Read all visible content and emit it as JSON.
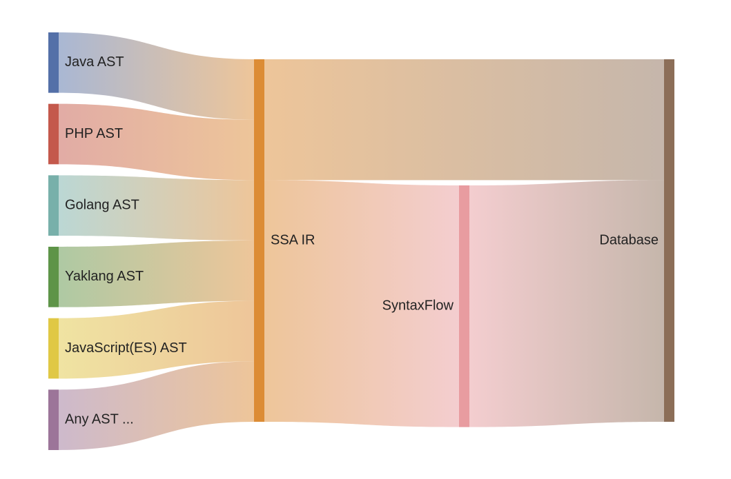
{
  "chart_data": {
    "type": "sankey",
    "nodes": [
      {
        "id": "java",
        "label": "Java AST",
        "color": "#5470a8",
        "column": 0
      },
      {
        "id": "php",
        "label": "PHP AST",
        "color": "#c4594c",
        "column": 0
      },
      {
        "id": "golang",
        "label": "Golang AST",
        "color": "#78b0aa",
        "column": 0
      },
      {
        "id": "yaklang",
        "label": "Yaklang AST",
        "color": "#5e9448",
        "column": 0
      },
      {
        "id": "js",
        "label": "JavaScript(ES) AST",
        "color": "#e0c845",
        "column": 0
      },
      {
        "id": "any",
        "label": "Any AST ...",
        "color": "#9c7599",
        "column": 0
      },
      {
        "id": "ssa",
        "label": "SSA IR",
        "color": "#dc8c35",
        "column": 1
      },
      {
        "id": "syntaxflow",
        "label": "SyntaxFlow",
        "color": "#e89ca0",
        "column": 2
      },
      {
        "id": "database",
        "label": "Database",
        "color": "#8c6e58",
        "column": 3
      }
    ],
    "links": [
      {
        "source": "java",
        "target": "ssa",
        "value": 1
      },
      {
        "source": "php",
        "target": "ssa",
        "value": 1
      },
      {
        "source": "golang",
        "target": "ssa",
        "value": 1
      },
      {
        "source": "yaklang",
        "target": "ssa",
        "value": 1
      },
      {
        "source": "js",
        "target": "ssa",
        "value": 1
      },
      {
        "source": "any",
        "target": "ssa",
        "value": 1
      },
      {
        "source": "ssa",
        "target": "database",
        "value": 2
      },
      {
        "source": "ssa",
        "target": "syntaxflow",
        "value": 4
      },
      {
        "source": "syntaxflow",
        "target": "database",
        "value": 4
      }
    ]
  }
}
